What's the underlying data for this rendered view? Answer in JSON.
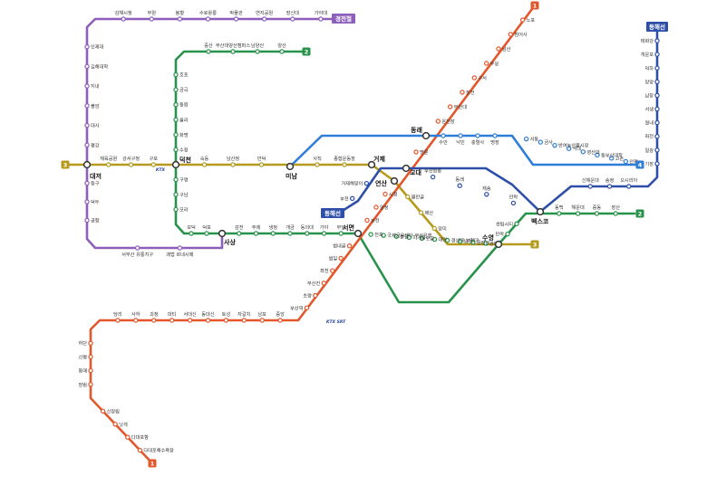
{
  "colors": {
    "line1": "#e2572b",
    "line2": "#27924a",
    "line3": "#b59a1d",
    "line4": "#2e7dd8",
    "light_rail": "#8d5fba",
    "donghae": "#2e4fa8"
  },
  "badges": {
    "line1": "1",
    "line2": "2",
    "line3": "3",
    "line4": "4"
  },
  "tags": {
    "busan_gimhae": "경전철",
    "donghae_top": "동해선",
    "donghae_side": "동해선"
  },
  "logos": {
    "ktx_deokcheon": "KTX",
    "ktx_srt": "KTX SRT"
  },
  "transfers": {
    "daejeo": "대저",
    "deokcheon": "덕천",
    "minam": "미남",
    "dongnae": "동래",
    "geoje": "거제",
    "yeonsan": "연산",
    "gyodae": "교대",
    "seomyeon": "서면",
    "suyeong": "수영",
    "bexco": "벡스코",
    "sasang": "사상"
  },
  "stations": {
    "light_rail_top": [
      "김해시청",
      "부원",
      "봉황",
      "수로왕릉",
      "박물관",
      "연지공원",
      "장신대",
      "가야대"
    ],
    "light_rail_left": [
      "인제대",
      "김해대학",
      "지내",
      "불암",
      "대사",
      "평강"
    ],
    "light_rail_lower": [
      "등구",
      "덕두",
      "공항"
    ],
    "light_rail_bottom": [
      "서부산 유통지구",
      "괘법 르네시떼"
    ],
    "line2_top": [
      "증산",
      "부산대양산캠퍼스",
      "남양산",
      "양산"
    ],
    "line2_left": [
      "호포",
      "금곡",
      "동원",
      "율리",
      "화명",
      "수정"
    ],
    "line2_lower": [
      "구명",
      "구남",
      "모라"
    ],
    "line2_bottom_left": [
      "모덕",
      "덕포"
    ],
    "line2_bottom": [
      "감전",
      "주례",
      "냉정",
      "개금",
      "동의대",
      "가야",
      "부암"
    ],
    "line2_east": [
      "전포",
      "국제금융센터·부산은행",
      "문현",
      "지게골",
      "못골",
      "대연",
      "경성대·부경대",
      "남천",
      "금련산",
      "광안"
    ],
    "line2_east_right": [
      "민락",
      "센텀시티"
    ],
    "line2_right": [
      "동백",
      "해운대",
      "중동",
      "장산"
    ],
    "line3_left": [
      "체육공원",
      "강서구청",
      "구포"
    ],
    "line3_mid": [
      "숙등",
      "남산정",
      "만덕"
    ],
    "line3_right": [
      "사직",
      "종합운동장"
    ],
    "line3_lower": [
      "물만골",
      "배산",
      "망미"
    ],
    "line1_top": [
      "노포",
      "범어사",
      "남산",
      "두실",
      "구서",
      "장전",
      "부산대",
      "온천장"
    ],
    "line1_mid": [
      "명륜"
    ],
    "line1_lower": [
      "시청",
      "양정",
      "부전"
    ],
    "line1_south": [
      "범내골",
      "범일",
      "좌천",
      "부산진",
      "초량",
      "부산역"
    ],
    "line1_bottom": [
      "중앙",
      "남포",
      "자갈치",
      "토성",
      "동대신",
      "서대신",
      "대티",
      "괴정",
      "사하",
      "당리"
    ],
    "line1_west": [
      "하단",
      "신평",
      "동매",
      "장림"
    ],
    "line1_tail": [
      "신장림",
      "낫개",
      "다대포항",
      "다대포해수욕장"
    ],
    "line4_top": [
      "수안",
      "낙민",
      "충렬사",
      "명장"
    ],
    "line4_east": [
      "서동",
      "금사",
      "반여농산물시장",
      "석대",
      "영산대",
      "동부산대학",
      "고촌",
      "안평"
    ],
    "donghae_top": [
      "기장",
      "일광",
      "좌천",
      "월내",
      "서생",
      "남창",
      "망양",
      "덕하",
      "개운포",
      "태화강"
    ],
    "donghae_mid": [
      "안락",
      "재송",
      "동래",
      "부산원동"
    ],
    "donghae_right": [
      "오시리아",
      "송정",
      "신해운대"
    ],
    "donghae_left": [
      "거제해맞이",
      "부전"
    ]
  }
}
